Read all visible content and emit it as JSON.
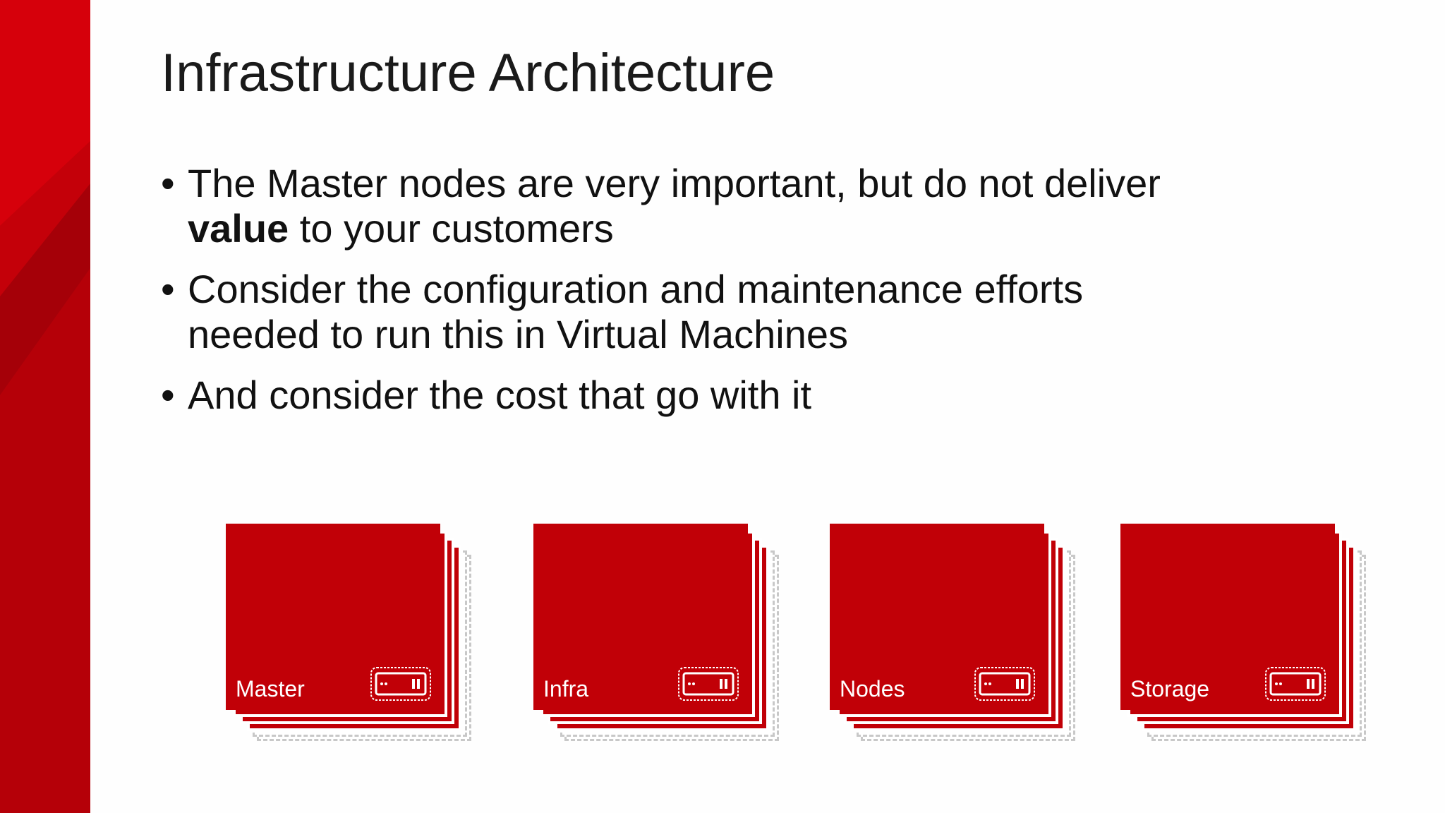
{
  "slide": {
    "title": "Infrastructure Architecture",
    "bullets": [
      {
        "lines": [
          [
            "The Master nodes are very important, but do not deliver"
          ],
          [
            "value",
            " to your customers"
          ]
        ]
      },
      {
        "lines": [
          [
            "Consider the configuration and maintenance efforts"
          ],
          [
            "needed to run this in Virtual Machines"
          ]
        ]
      },
      {
        "lines": [
          [
            "And consider the cost that go with it"
          ]
        ]
      }
    ],
    "bullet_symbol": "•",
    "b1_line1": "The Master nodes are very important, but do not deliver",
    "b1_bold": "value",
    "b1_rest": " to your customers",
    "b2_line1": "Consider the configuration and maintenance efforts",
    "b2_line2": "needed to run this in Virtual Machines",
    "b3_line1": "And consider the cost that go with it"
  },
  "node_groups": [
    {
      "label": "Master",
      "icon": "server-icon"
    },
    {
      "label": "Infra",
      "icon": "server-icon"
    },
    {
      "label": "Nodes",
      "icon": "server-icon"
    },
    {
      "label": "Storage",
      "icon": "server-icon"
    }
  ],
  "colors": {
    "accent_red": "#c10007",
    "sidebar_red": "#d0000a",
    "sidebar_dark": "#9e0008",
    "text": "#111111",
    "ghost_layer": "#c8c8c8"
  }
}
